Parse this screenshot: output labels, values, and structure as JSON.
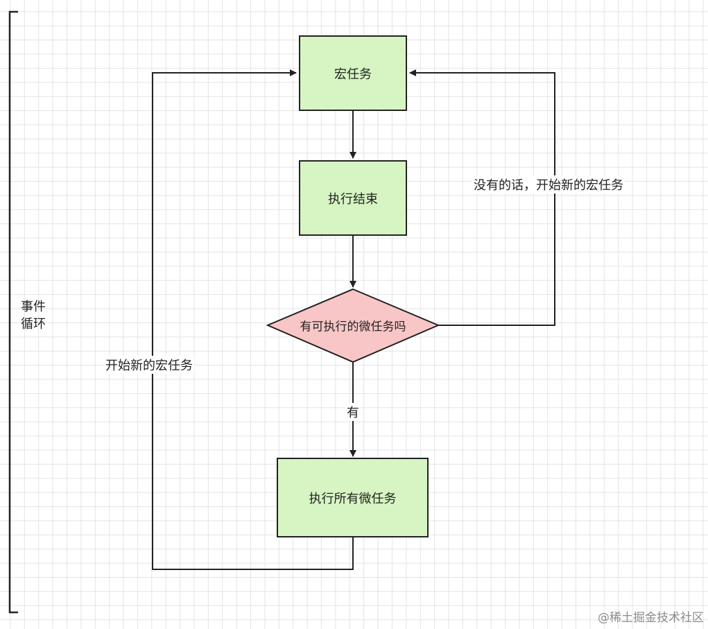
{
  "nodes": {
    "macro_task": "宏任务",
    "execution_end": "执行结束",
    "has_micro_tasks": "有可执行的微任务吗",
    "run_all_micro_tasks": "执行所有微任务"
  },
  "edges": {
    "yes": "有",
    "no_start_new": "没有的话，开始新的宏任务",
    "start_new": "开始新的宏任务"
  },
  "bracket_label": [
    "事件",
    "循环"
  ],
  "watermark": "@稀土掘金技术社区",
  "colors": {
    "process_fill": "#d6f5c2",
    "decision_fill": "#f8c6c6",
    "stroke": "#222222",
    "grid": "#e4e4e4"
  }
}
